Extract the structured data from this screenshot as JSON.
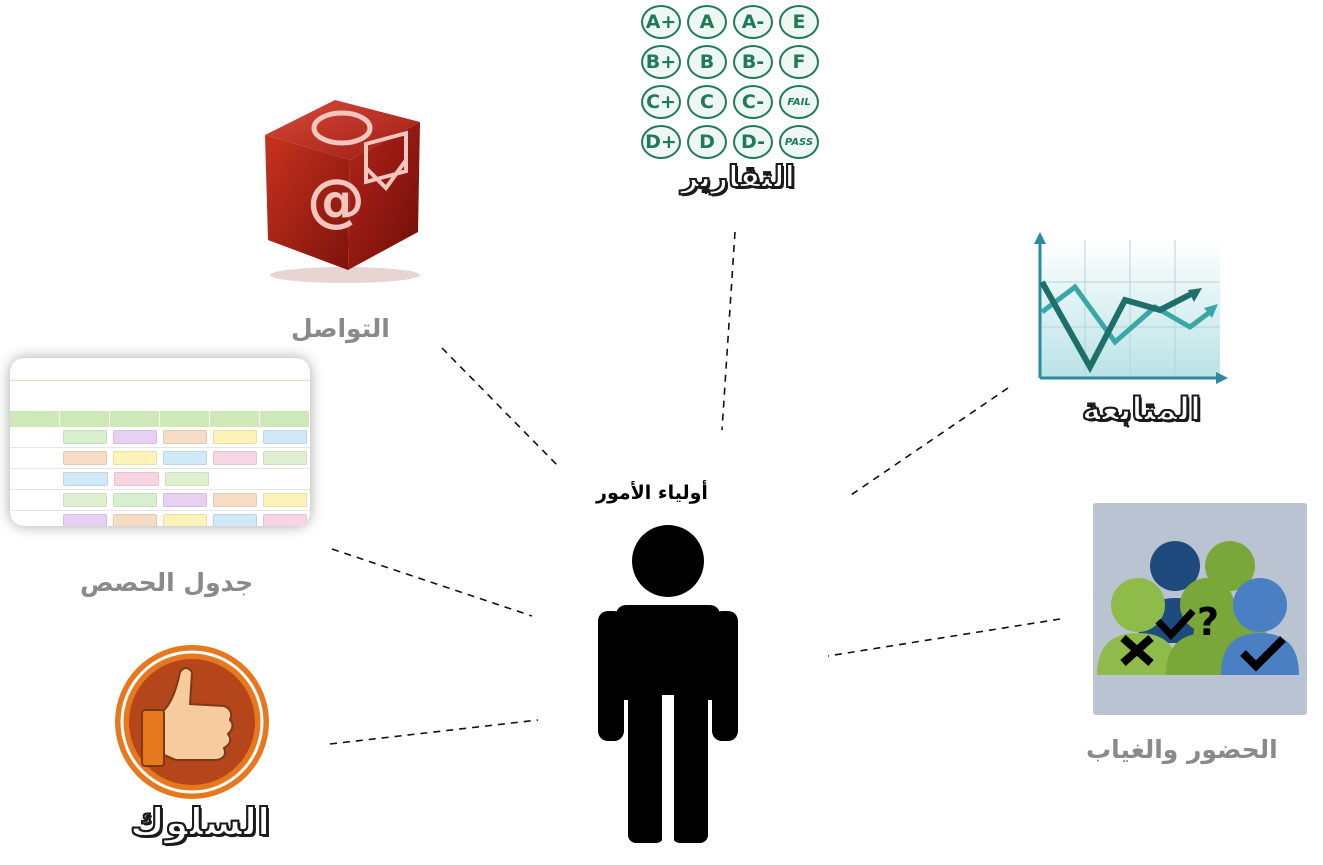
{
  "center": {
    "label": "أولياء الأمور",
    "icon": "person-icon"
  },
  "nodes": {
    "reports": {
      "label": "التقارير",
      "icon": "grades-icon"
    },
    "communication": {
      "label": "التواصل",
      "icon": "contact-cube-icon"
    },
    "followup": {
      "label": "المتابعة",
      "icon": "line-chart-icon"
    },
    "schedule": {
      "label": "جدول الحصص",
      "icon": "timetable-icon"
    },
    "attendance": {
      "label": "الحضور والغياب",
      "icon": "attendance-icon"
    },
    "behavior": {
      "label": "السلوك",
      "icon": "thumbs-up-icon"
    }
  },
  "grades": [
    "A+",
    "A",
    "A-",
    "E",
    "B+",
    "B",
    "B-",
    "F",
    "C+",
    "C",
    "C-",
    "FAIL",
    "D+",
    "D",
    "D-",
    "PASS"
  ],
  "colors": {
    "cube": "#c0291c",
    "chart_dark": "#1e6e6a",
    "chart_light": "#3aa7a7",
    "grade": "#1f7a57",
    "thumb": "#e8781e",
    "attendance_bg": "#b9c3d1",
    "label_grey": "#8a8a8a"
  }
}
